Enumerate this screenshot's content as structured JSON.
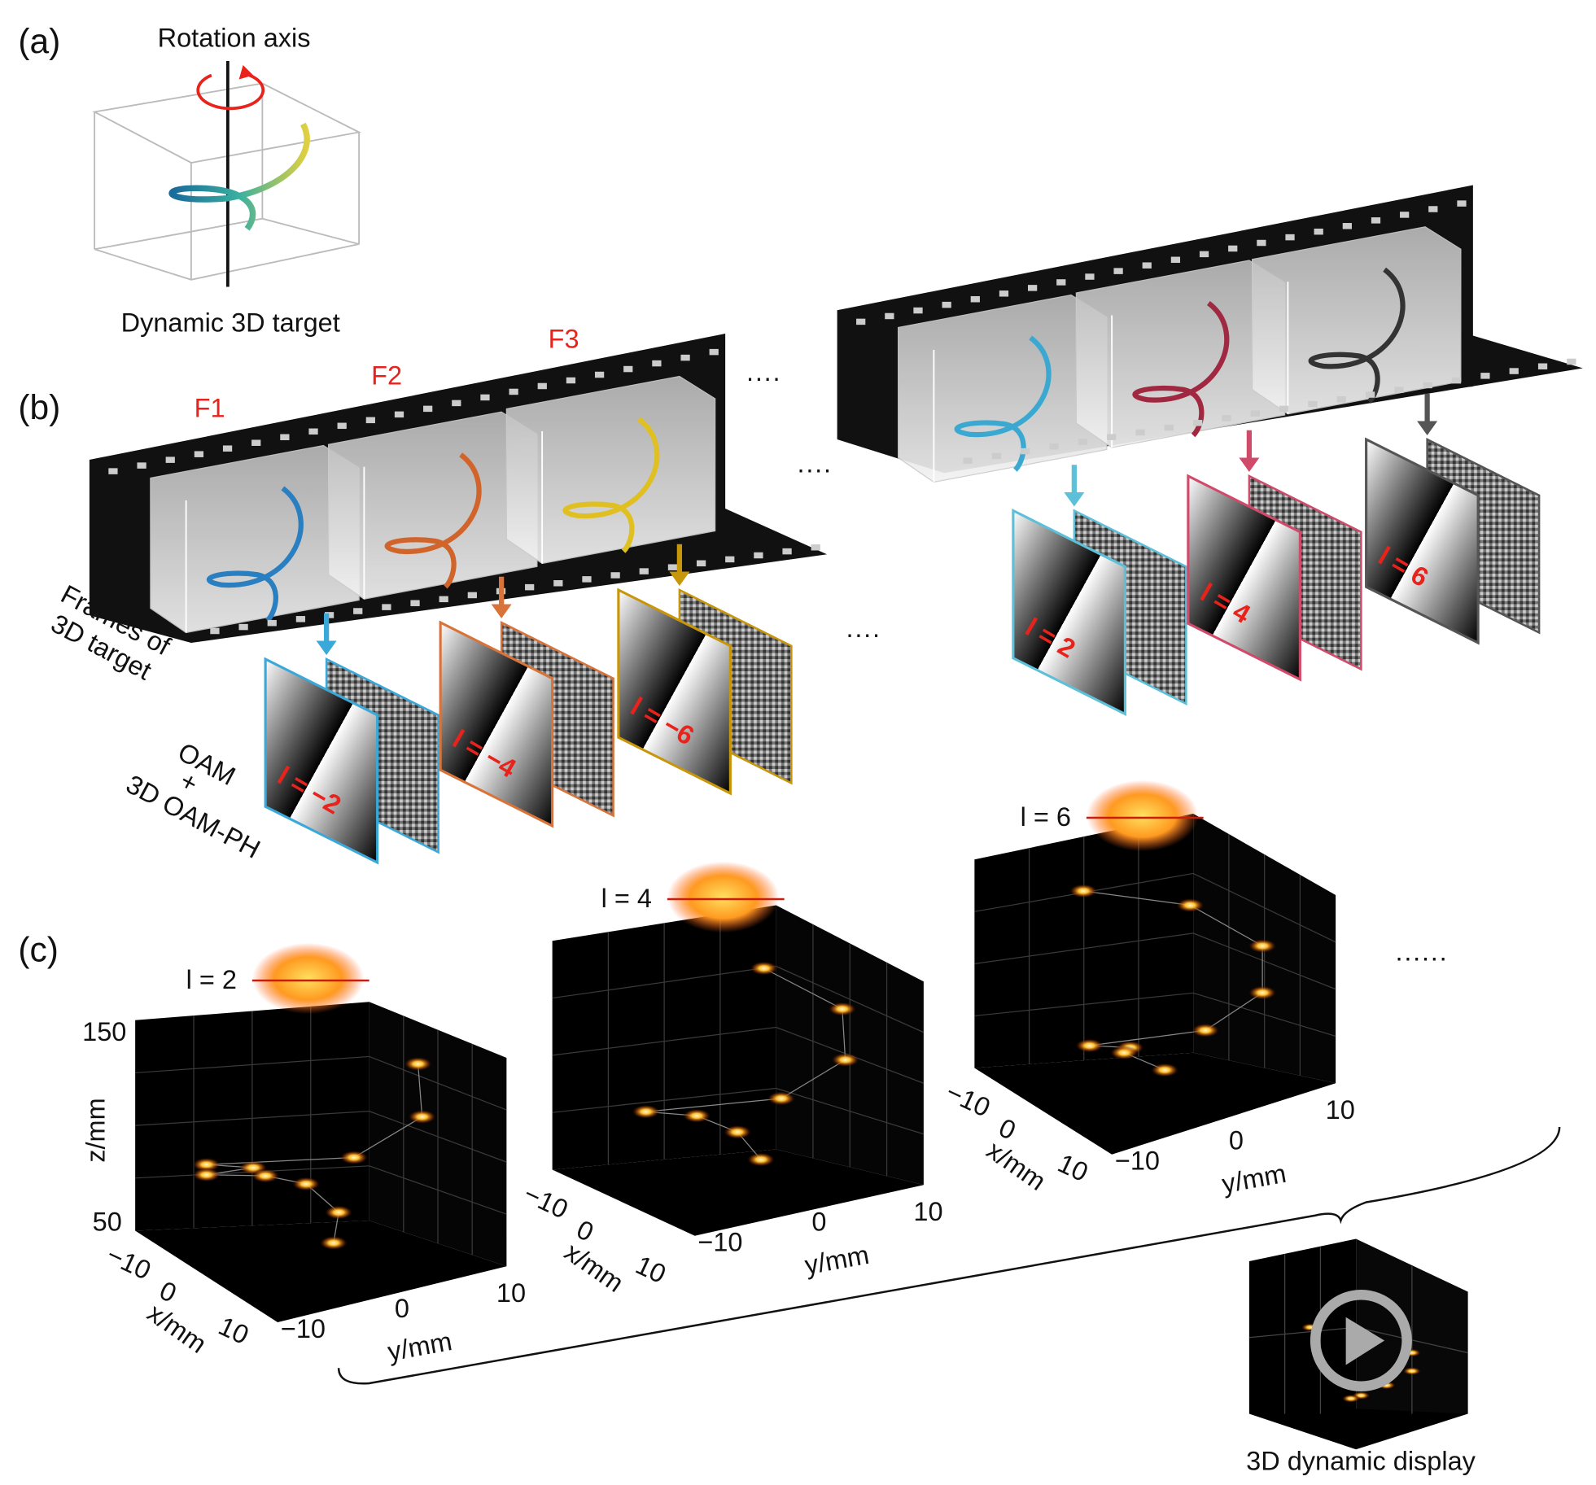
{
  "panel_a": {
    "label": "(a)",
    "title": "Rotation axis",
    "caption": "Dynamic 3D target"
  },
  "panel_b": {
    "label": "(b)",
    "frames": [
      "F1",
      "F2",
      "F3"
    ],
    "frames_caption": [
      "Frames of",
      "3D target"
    ],
    "oam_caption": [
      "OAM",
      "+",
      "3D OAM-PH"
    ],
    "ellipsis": "····",
    "holograms": [
      {
        "l": "l = −2",
        "color": "#3aa8d8"
      },
      {
        "l": "l = −4",
        "color": "#d8743a"
      },
      {
        "l": "l = −6",
        "color": "#c8960a"
      },
      {
        "l": "l = 2",
        "color": "#5bc0d8"
      },
      {
        "l": "l = 4",
        "color": "#d04a6a"
      },
      {
        "l": "l = 6",
        "color": "#555555"
      }
    ],
    "target_colors": [
      "#2a7fc0",
      "#d0642a",
      "#e0c020",
      "#3aa8d0",
      "#a02840",
      "#333333"
    ]
  },
  "panel_c": {
    "label": "(c)",
    "plots": [
      {
        "l": "l = 2",
        "z_ticks": [
          "150",
          "50"
        ],
        "zlabel": "z/mm",
        "x_ticks": [
          "−10",
          "0",
          "10"
        ],
        "xlabel": "x/mm",
        "y_ticks": [
          "−10",
          "0",
          "10"
        ],
        "ylabel": "y/mm"
      },
      {
        "l": "l = 4",
        "x_ticks": [
          "−10",
          "0",
          "10"
        ],
        "xlabel": "x/mm",
        "y_ticks": [
          "−10",
          "0",
          "10"
        ],
        "ylabel": "y/mm"
      },
      {
        "l": "l = 6",
        "x_ticks": [
          "−10",
          "0",
          "10"
        ],
        "xlabel": "x/mm",
        "y_ticks": [
          "−10",
          "0",
          "10"
        ],
        "ylabel": "y/mm"
      }
    ],
    "ellipsis": "······",
    "display_caption": "3D dynamic display"
  }
}
